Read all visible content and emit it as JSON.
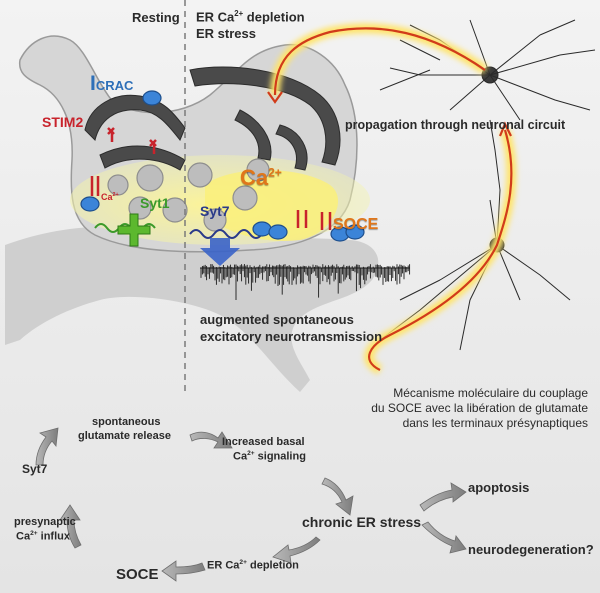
{
  "panel_labels": {
    "resting": "Resting",
    "er_depletion_main": "ER Ca",
    "er_depletion_sup": "2+",
    "er_depletion_rest": " depletion",
    "er_stress": "ER stress"
  },
  "molecules": {
    "icrac_i": "I",
    "icrac_sub": "CRAC",
    "stim2": "STIM2",
    "syt1": "Syt1",
    "syt7": "Syt7",
    "ca_big_main": "Ca",
    "ca_big_sup": "2+",
    "ca_small": "Ca",
    "ca_small_sup": "2+",
    "soce": "SOCE"
  },
  "annotations": {
    "propagation": "propagation through neuronal circuit",
    "augmented_1": "augmented spontaneous",
    "augmented_2": "excitatory neurotransmission",
    "french_1": "Mécanisme moléculaire du couplage",
    "french_2": "du SOCE avec la libération de glutamate",
    "french_3": "dans les terminaux présynaptiques"
  },
  "cycle": {
    "spontaneous_1": "spontaneous",
    "spontaneous_2": "glutamate release",
    "increased_1": "Increased basal",
    "increased_2_main": "Ca",
    "increased_2_sup": "2+",
    "increased_2_rest": " signaling",
    "chronic": "chronic ER stress",
    "er_dep_main": "ER Ca",
    "er_dep_sup": "2+",
    "er_dep_rest": " depletion",
    "soce": "SOCE",
    "presyn_1": "presynaptic",
    "presyn_2_main": "Ca",
    "presyn_2_sup": "2+",
    "presyn_2_rest": " influx",
    "syt7": "Syt7",
    "apoptosis": "apoptosis",
    "neurodegeneration": "neurodegeneration?"
  },
  "colors": {
    "icrac": "#2d6fb8",
    "stim2": "#c8232c",
    "syt1": "#3b9a2a",
    "syt7": "#2a3a8a",
    "ca": "#e0761a",
    "soce": "#e0761a",
    "er_fill": "#fbf6a6",
    "terminal": "#d9d9d9"
  }
}
